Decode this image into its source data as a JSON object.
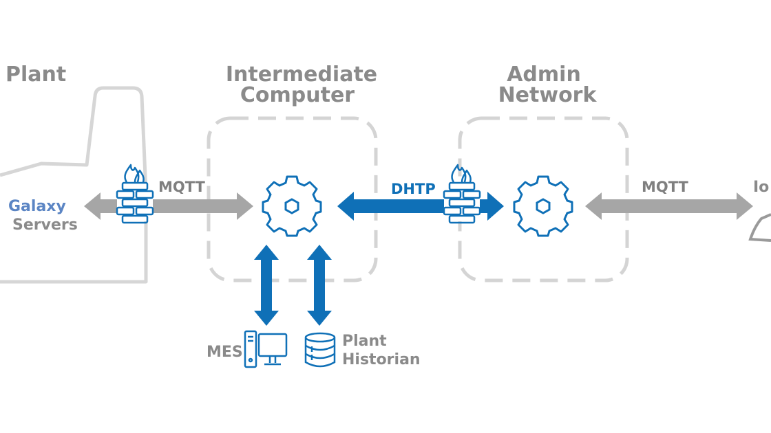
{
  "zones": {
    "plant": {
      "title": "Plant"
    },
    "intermediate": {
      "title_line1": "Intermediate",
      "title_line2": "Computer"
    },
    "admin": {
      "title_line1": "Admin",
      "title_line2": "Network"
    }
  },
  "protocols": {
    "left": "MQTT",
    "center": "DHTP",
    "right": "MQTT"
  },
  "nodes": {
    "galaxy": {
      "line1": "Galaxy",
      "line2": "Servers"
    },
    "mes": {
      "label": "MES"
    },
    "historian": {
      "line1": "Plant",
      "line2": "Historian"
    },
    "iot": {
      "label": "Io"
    }
  },
  "icons": [
    "factory-outline",
    "firewall-icon",
    "gear-icon",
    "computer-icon",
    "database-icon",
    "cloud-icon"
  ],
  "colors": {
    "blue": "#0f70b7",
    "gray_arrow": "#a6a6a6",
    "dashed": "#d4d4d4",
    "text_gray": "#8a8a8a",
    "galaxy_blue": "#5b85c4"
  }
}
